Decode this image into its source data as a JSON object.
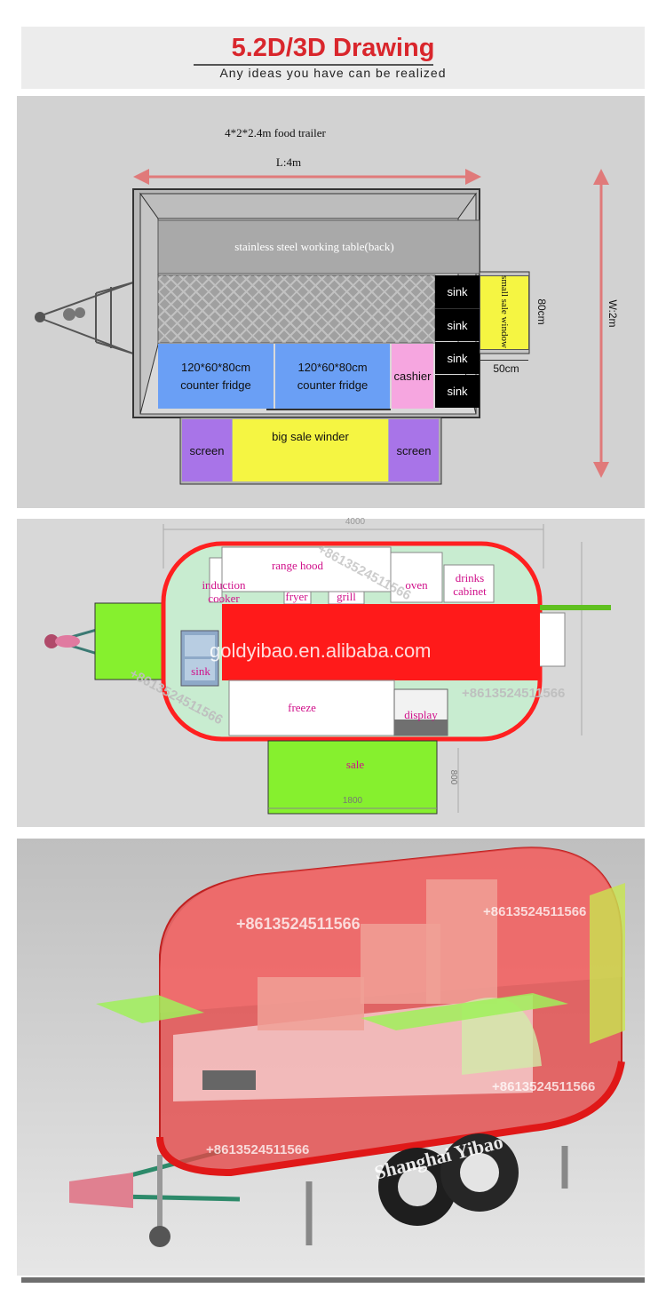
{
  "header": {
    "title": "5.2D/3D Drawing",
    "subtitle": "Any ideas you have can be realized"
  },
  "plan2d": {
    "caption": "4*2*2.4m food trailer",
    "length_label": "L:4m",
    "width_label": "W:2m",
    "back_table": "stainless steel working table(back)",
    "fridge1": "120*60*80cm\ncounter fridge",
    "fridge2": "120*60*80cm\ncounter fridge",
    "cashier": "cashier",
    "sinks": [
      "sink",
      "sink",
      "sink",
      "sink"
    ],
    "small_window": "small sale window",
    "dim_80": "80cm",
    "dim_50": "50cm",
    "screen_left": "screen",
    "screen_right": "screen",
    "big_window": "big sale winder"
  },
  "top3d": {
    "dim_top": "4000",
    "dim_sale_w": "1800",
    "dim_sale_h": "800",
    "range_hood": "range hood",
    "induction_cooker": "induction\ncooker",
    "fryer": "fryer",
    "grill": "grill",
    "oven": "oven",
    "drinks_cabinet": "drinks\ncabinet",
    "sink": "sink",
    "freeze": "freeze",
    "display": "display",
    "sale": "sale",
    "watermark_url": "goldyibao.en.alibaba.com",
    "watermark_phone_1": "+8613524511566",
    "watermark_phone_2": "+8613524511566",
    "watermark_phone_3": "+8613524511566"
  },
  "render3d": {
    "watermark_1": "+8613524511566",
    "watermark_2": "+8613524511566",
    "watermark_3": "+8613524511566",
    "watermark_4": "+8613524511566",
    "brand": "Shanghai Yibao"
  },
  "colors": {
    "panel": "#d2d2d2",
    "blue": "#6a9ff5",
    "pink": "#f6a6e0",
    "yellow": "#f5f542",
    "purple": "#a874e8",
    "arrow": "#e07a7a",
    "red": "#ff1a1a",
    "green": "#86f02e"
  }
}
